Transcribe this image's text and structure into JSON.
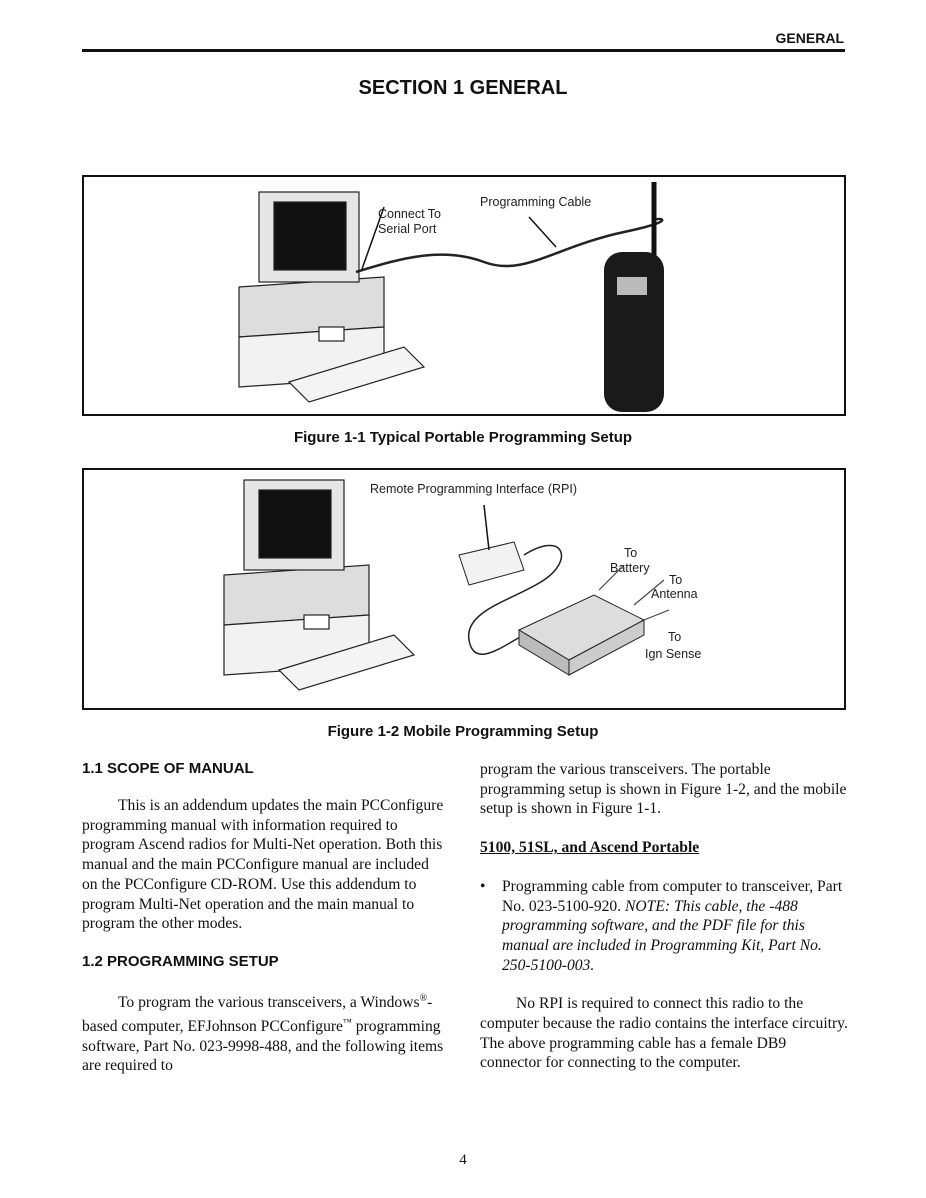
{
  "header": {
    "section_label": "GENERAL"
  },
  "title": "SECTION 1   GENERAL",
  "figure1": {
    "labels": {
      "connect": "Connect To",
      "serial": "Serial Port",
      "cable": "Programming Cable"
    },
    "caption": "Figure 1-1   Typical Portable Programming Setup"
  },
  "figure2": {
    "labels": {
      "rpi": "Remote Programming Interface (RPI)",
      "to1": "To",
      "battery": "Battery",
      "to2": "To",
      "antenna": "Antenna",
      "to3": "To",
      "ign": "Ign Sense"
    },
    "caption": "Figure 1-2   Mobile Programming Setup"
  },
  "left": {
    "h1": "1.1 SCOPE OF MANUAL",
    "p1": "This is an addendum updates the main PCConfigure programming manual with information required to program Ascend radios for Multi-Net operation. Both this manual and the main PCConfigure manual are included on the PCConfigure CD-ROM. Use this addendum to program Multi-Net operation and the main manual to program the other modes.",
    "h2": "1.2 PROGRAMMING SETUP",
    "p2a": "To program the various transceivers, a Windows",
    "reg": "®",
    "p2b": "-based computer, EFJohnson PCConfigure",
    "tm": "™",
    "p2c": " programming software, Part No. 023-9998-488, and the following items are required to"
  },
  "right": {
    "p1": "program the various transceivers. The portable programming setup is shown in Figure 1-2, and the mobile setup is shown in Figure 1-1.",
    "subhead": "5100, 51SL, and Ascend Portable",
    "bullet_symbol": "•",
    "bullet_a": "Programming cable from computer to transceiver, Part No. 023-5100-920. ",
    "bullet_note": "NOTE: This cable, the -488 programming software, and the PDF file for this manual are included in Programming Kit, Part No. 250-5100-003.",
    "p2": "No RPI is required to connect this radio to the computer because the radio contains the interface circuitry. The above programming cable has a female DB9 connector for connecting to the computer."
  },
  "page_number": "4"
}
